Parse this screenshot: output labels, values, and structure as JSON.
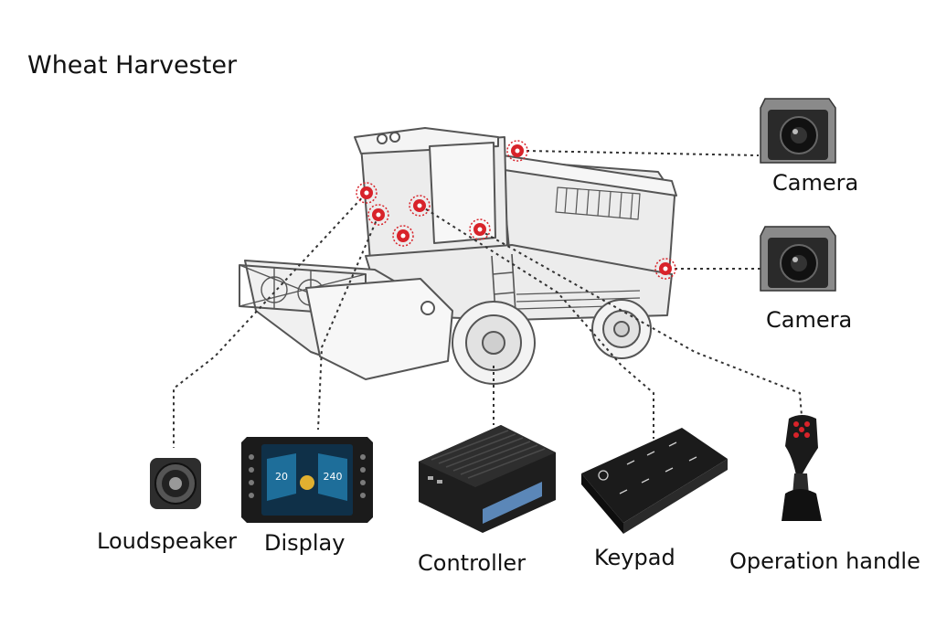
{
  "title": "Wheat Harvester",
  "labels": {
    "camera_top": "Camera",
    "camera_bottom": "Camera",
    "loudspeaker": "Loudspeaker",
    "display": "Display",
    "controller": "Controller",
    "keypad": "Keypad",
    "operation_handle": "Operation handle"
  },
  "display_readout": {
    "left": "20",
    "right": "240"
  },
  "colors": {
    "marker": "#d8232a",
    "line": "#333333",
    "outline": "#555555",
    "body_fill": "#ececec",
    "device_dark": "#1b1b1b"
  }
}
